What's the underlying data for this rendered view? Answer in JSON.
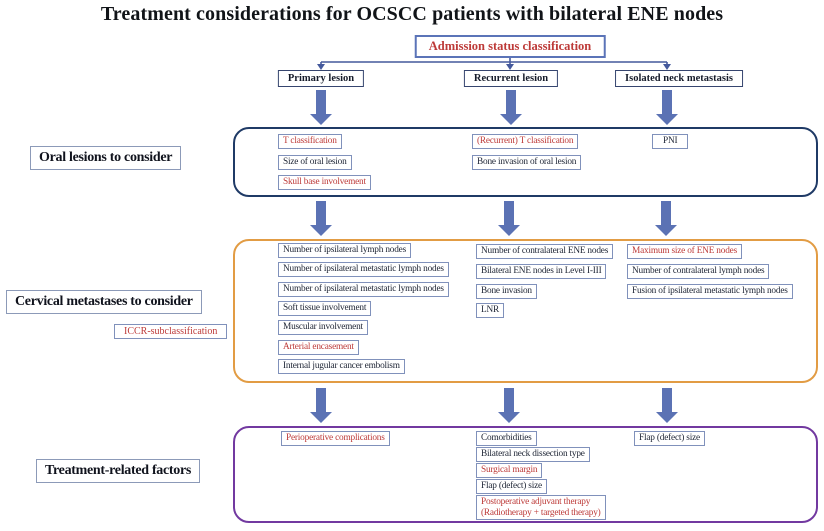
{
  "title": "Treatment considerations for OCSCC patients with bilateral ENE nodes",
  "colors": {
    "accent_red": "#bd3a38",
    "text_dark": "#1c2333",
    "item_border": "#8091bb",
    "connector_blue": "#44599c",
    "arrow_blue": "#5b72b4",
    "container_oral_border": "#1f3a66",
    "container_cervical_border": "#e29c44",
    "container_treatment_border": "#7239a0"
  },
  "admission": {
    "label": "Admission status classification"
  },
  "branches": [
    {
      "label": "Primary lesion"
    },
    {
      "label": "Recurrent lesion"
    },
    {
      "label": "Isolated neck metastasis"
    }
  ],
  "sections": [
    {
      "label": "Oral lesions to consider",
      "columns": [
        {
          "items": [
            {
              "label": "T classification",
              "variant": "red"
            },
            {
              "label": "Size of oral lesion",
              "variant": "dark"
            },
            {
              "label": "Skull base involvement",
              "variant": "red"
            }
          ]
        },
        {
          "items": [
            {
              "label": "(Recurrent) T classification",
              "variant": "red"
            },
            {
              "label": "Bone invasion of oral lesion",
              "variant": "dark"
            }
          ]
        },
        {
          "items": [
            {
              "label": "PNI",
              "variant": "dark"
            }
          ]
        }
      ]
    },
    {
      "label": "Cervical metastases to consider",
      "sublabel": "ICCR-subclassification",
      "columns": [
        {
          "items": [
            {
              "label": "Number of ipsilateral lymph nodes",
              "variant": "dark"
            },
            {
              "label": "Number of ipsilateral metastatic lymph nodes",
              "variant": "dark"
            },
            {
              "label": "Number of ipsilateral metastatic lymph nodes",
              "variant": "dark"
            },
            {
              "label": "Soft tissue involvement",
              "variant": "dark"
            },
            {
              "label": "Muscular involvement",
              "variant": "dark"
            },
            {
              "label": "Arterial encasement",
              "variant": "red"
            },
            {
              "label": "Internal jugular cancer embolism",
              "variant": "dark"
            }
          ]
        },
        {
          "items": [
            {
              "label": "Number of contralateral ENE nodes",
              "variant": "dark"
            },
            {
              "label": "Bilateral ENE nodes in Level I-III",
              "variant": "dark"
            },
            {
              "label": "Bone invasion",
              "variant": "dark"
            },
            {
              "label": "LNR",
              "variant": "dark"
            }
          ]
        },
        {
          "items": [
            {
              "label": "Maximum size of ENE nodes",
              "variant": "red"
            },
            {
              "label": "Number of contralateral lymph nodes",
              "variant": "dark"
            },
            {
              "label": "Fusion of ipsilateral metastatic lymph nodes",
              "variant": "dark"
            }
          ]
        }
      ]
    },
    {
      "label": "Treatment-related factors",
      "columns": [
        {
          "items": [
            {
              "label": "Perioperative complications",
              "variant": "red"
            }
          ]
        },
        {
          "items": [
            {
              "label": "Comorbidities",
              "variant": "dark"
            },
            {
              "label": "Bilateral neck dissection type",
              "variant": "dark"
            },
            {
              "label": "Surgical margin",
              "variant": "red"
            },
            {
              "label": "Flap (defect) size",
              "variant": "dark"
            },
            {
              "label": "Postoperative adjuvant therapy\n(Radiotherapy + targeted therapy)",
              "variant": "red"
            }
          ]
        },
        {
          "items": [
            {
              "label": "Flap (defect) size",
              "variant": "dark"
            }
          ]
        }
      ]
    }
  ]
}
